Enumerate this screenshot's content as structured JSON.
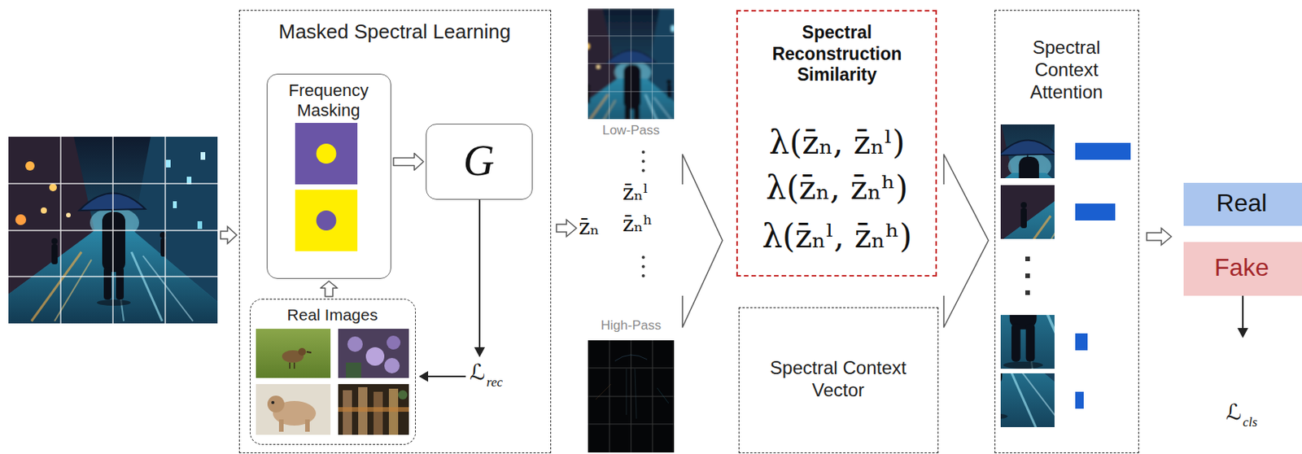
{
  "diagram": {
    "nodes": [
      {
        "text": [
          "Masked Spectral Learning"
        ]
      },
      {
        "text": [
          "Frequency Masking"
        ],
        "in": 0
      },
      {
        "text": [
          "G"
        ],
        "in": 0
      },
      {
        "text": [
          "Real Images"
        ],
        "in": 0
      },
      {
        "text": [
          "Spectral Reconstruction Similarity",
          "λ(z̄ₙ, z̄ₙˡ)",
          "λ(z̄ₙ, z̄ₙʰ)",
          "λ(z̄ₙˡ, z̄ₙʰ)"
        ]
      },
      {
        "text": [
          "Spectral Context Vector"
        ]
      },
      {
        "text": [
          "Spectral Context Attention"
        ]
      },
      {
        "text": [
          "Real"
        ]
      },
      {
        "text": [
          "Fake"
        ]
      }
    ],
    "edges": [
      {
        "from": 1,
        "to": 2,
        "arrow": "to"
      },
      {
        "from": 3,
        "to": 1,
        "arrow": "to"
      }
    ],
    "labels": [
      "Low-Pass",
      "High-Pass",
      "z̄ₙ",
      "z̄ₙˡ",
      "z̄ₙʰ",
      "ℒ",
      "rec",
      "ℒ",
      "cls"
    ]
  }
}
